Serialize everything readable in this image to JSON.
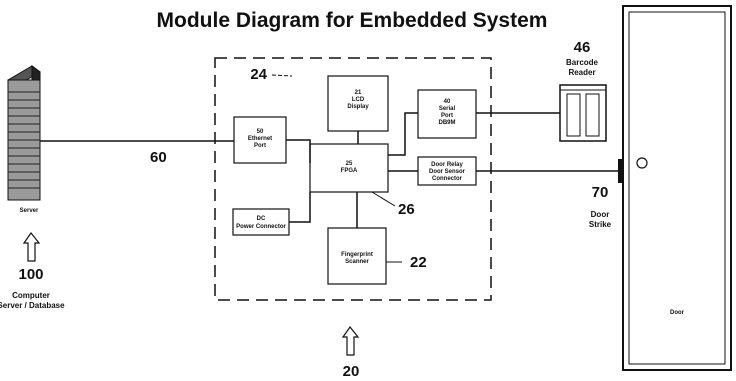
{
  "title": "Module Diagram for Embedded System",
  "server": {
    "caption": "Server"
  },
  "computer": {
    "ref": "100",
    "label_line1": "Computer",
    "label_line2": "Server / Database"
  },
  "link_ref": "60",
  "boundary_ref": "24",
  "fpga_ref": "26",
  "embedded_ref": "20",
  "fingerprint_ref": "22",
  "barcode": {
    "ref": "46",
    "label_line1": "Barcode",
    "label_line2": "Reader"
  },
  "door_strike": {
    "ref": "70",
    "label_line1": "Door",
    "label_line2": "Strike"
  },
  "door_label": "Door",
  "modules": {
    "ethernet": {
      "line1": "50",
      "line2": "Ethernet",
      "line3": "Port"
    },
    "lcd": {
      "line1": "21",
      "line2": "LCD",
      "line3": "Display"
    },
    "serial": {
      "line1": "40",
      "line2": "Serial",
      "line3": "Port",
      "line4": "DB9M"
    },
    "fpga": {
      "line1": "25",
      "line2": "FPGA"
    },
    "door_relay": {
      "line1": "Door Relay",
      "line2": "Door Sensor",
      "line3": "Connector"
    },
    "dc": {
      "line1": "DC",
      "line2": "Power Connector"
    },
    "fingerprint": {
      "line1": "Fingerprint",
      "line2": "Scanner"
    }
  }
}
